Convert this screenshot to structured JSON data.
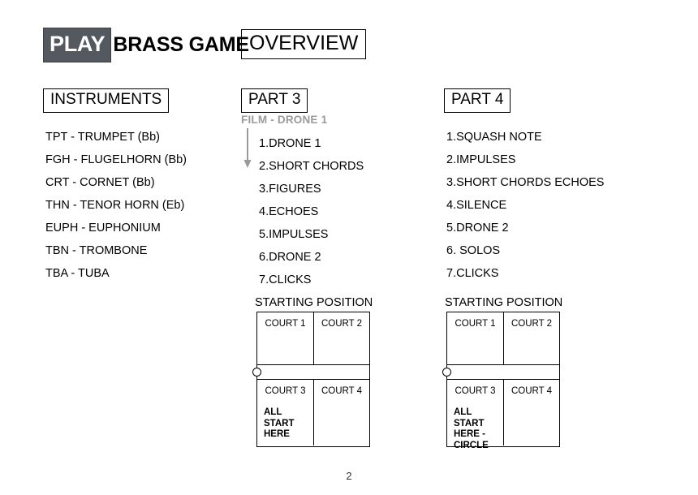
{
  "header": {
    "play_badge": "PLAY",
    "title": "BRASS GAME",
    "overview": "OVERVIEW",
    "play_badge_color": "#54595F",
    "play_badge_text_color": "#FFFFFF"
  },
  "instruments": {
    "heading": "INSTRUMENTS",
    "items": [
      "TPT - TRUMPET (Bb)",
      "FGH - FLUGELHORN (Bb)",
      "CRT - CORNET (Bb)",
      "THN - TENOR HORN (Eb)",
      "EUPH - EUPHONIUM",
      "TBN - TROMBONE",
      "TBA - TUBA"
    ]
  },
  "part3": {
    "heading": "PART 3",
    "annotation": "FILM - DRONE 1",
    "annotation_color": "#9A9A9A",
    "items": [
      "1.DRONE 1",
      "2.SHORT CHORDS",
      "3.FIGURES",
      "4.ECHOES",
      "5.IMPULSES",
      "6.DRONE 2",
      "7.CLICKS"
    ],
    "starting_position": {
      "title": "STARTING POSITION",
      "courts": [
        "COURT 1",
        "COURT 2",
        "COURT 3",
        "COURT 4"
      ],
      "note": "ALL\nSTART\nHERE"
    }
  },
  "part4": {
    "heading": "PART 4",
    "items": [
      "1.SQUASH NOTE",
      "2.IMPULSES",
      "3.SHORT CHORDS ECHOES",
      "4.SILENCE",
      "5.DRONE 2",
      "6. SOLOS",
      "7.CLICKS"
    ],
    "starting_position": {
      "title": "STARTING POSITION",
      "courts": [
        "COURT 1",
        "COURT 2",
        "COURT 3",
        "COURT 4"
      ],
      "note": "ALL\nSTART\nHERE -\nCIRCLE"
    }
  },
  "footer": {
    "page_number": "2"
  }
}
